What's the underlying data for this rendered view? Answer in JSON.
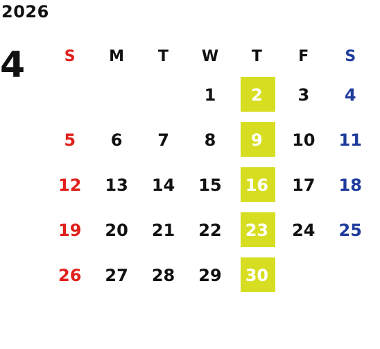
{
  "calendar": {
    "year": "2026",
    "month": "4",
    "weekdays": [
      "S",
      "M",
      "T",
      "W",
      "T",
      "F",
      "S"
    ],
    "weeks": [
      [
        "",
        "",
        "",
        "1",
        "2",
        "3",
        "4"
      ],
      [
        "5",
        "6",
        "7",
        "8",
        "9",
        "10",
        "11"
      ],
      [
        "12",
        "13",
        "14",
        "15",
        "16",
        "17",
        "18"
      ],
      [
        "19",
        "20",
        "21",
        "22",
        "23",
        "24",
        "25"
      ],
      [
        "26",
        "27",
        "28",
        "29",
        "30",
        "",
        ""
      ]
    ],
    "highlighted_weekday": "Thursday",
    "colors": {
      "sunday": "#e0201c",
      "saturday": "#1f3c9c",
      "weekday": "#111111",
      "highlight_bg": "#d7de22",
      "highlight_text": "#ffffff"
    }
  }
}
